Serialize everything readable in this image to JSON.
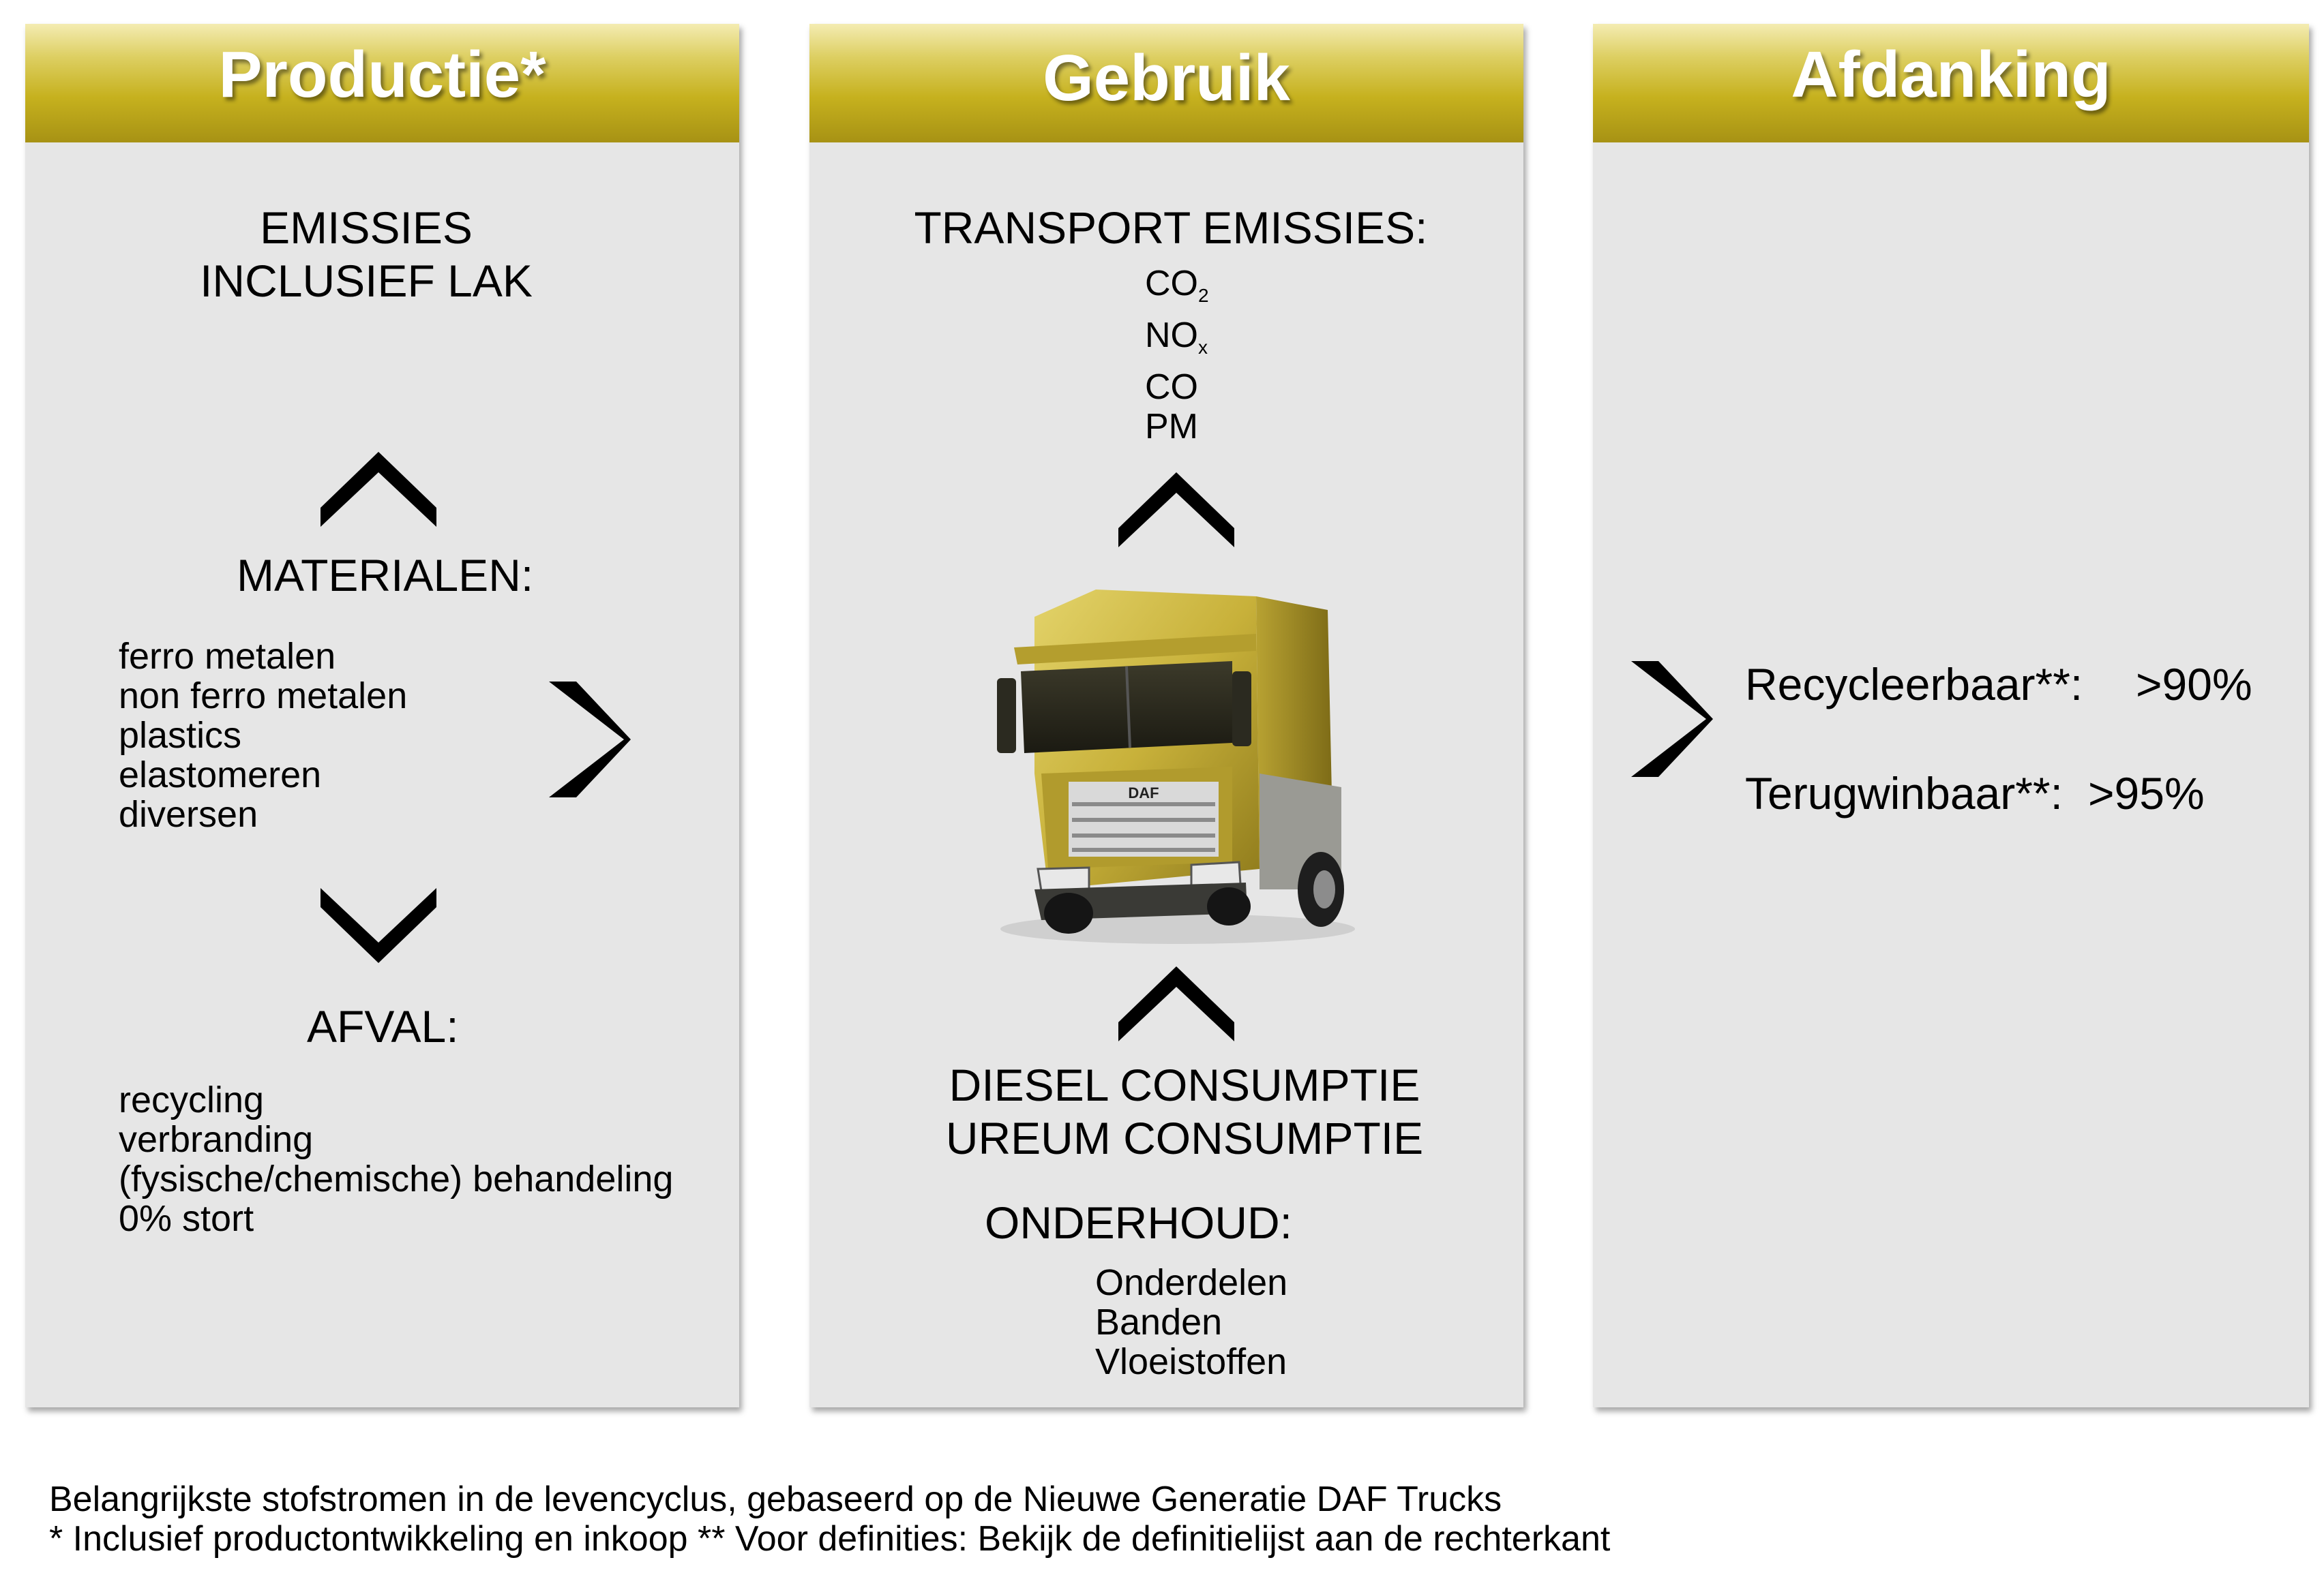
{
  "panels": {
    "productie": {
      "title": "Productie*",
      "emissions_line1": "EMISSIES",
      "emissions_line2": "INCLUSIEF LAK",
      "materials_heading": "MATERIALEN:",
      "materials": [
        "ferro metalen",
        "non ferro metalen",
        "plastics",
        "elastomeren",
        "diversen"
      ],
      "waste_heading": "AFVAL:",
      "waste": [
        "recycling",
        "verbranding",
        "(fysische/chemische) behandeling",
        "0% stort"
      ]
    },
    "gebruik": {
      "title": "Gebruik",
      "emissions_heading": "TRANSPORT EMISSIES:",
      "emissions": [
        {
          "base": "CO",
          "sub": "2"
        },
        {
          "base": "NO",
          "sub": "x"
        },
        {
          "base": "CO",
          "sub": ""
        },
        {
          "base": "PM",
          "sub": ""
        }
      ],
      "consumption_line1": "DIESEL CONSUMPTIE",
      "consumption_line2": "UREUM CONSUMPTIE",
      "maintenance_heading": "ONDERHOUD:",
      "maintenance": [
        "Onderdelen",
        "Banden",
        "Vloeistoffen"
      ],
      "truck_logo": "DAF"
    },
    "afdanking": {
      "title": "Afdanking",
      "recyclable_label": "Recycleerbaar**:",
      "recyclable_value": ">90%",
      "recoverable_label": "Terugwinbaar**:",
      "recoverable_value": ">95%"
    }
  },
  "footnotes": {
    "line1": "Belangrijkste stofstromen in de levencyclus, gebaseerd op de Nieuwe Generatie DAF Trucks",
    "line2": "* Inclusief productontwikkeling en inkoop  ** Voor definities: Bekijk de definitielijst aan de rechterkant"
  },
  "colors": {
    "header_gold": "#c6b11e",
    "panel_bg": "#e6e6e6",
    "truck_yellow": "#c9b23a"
  }
}
